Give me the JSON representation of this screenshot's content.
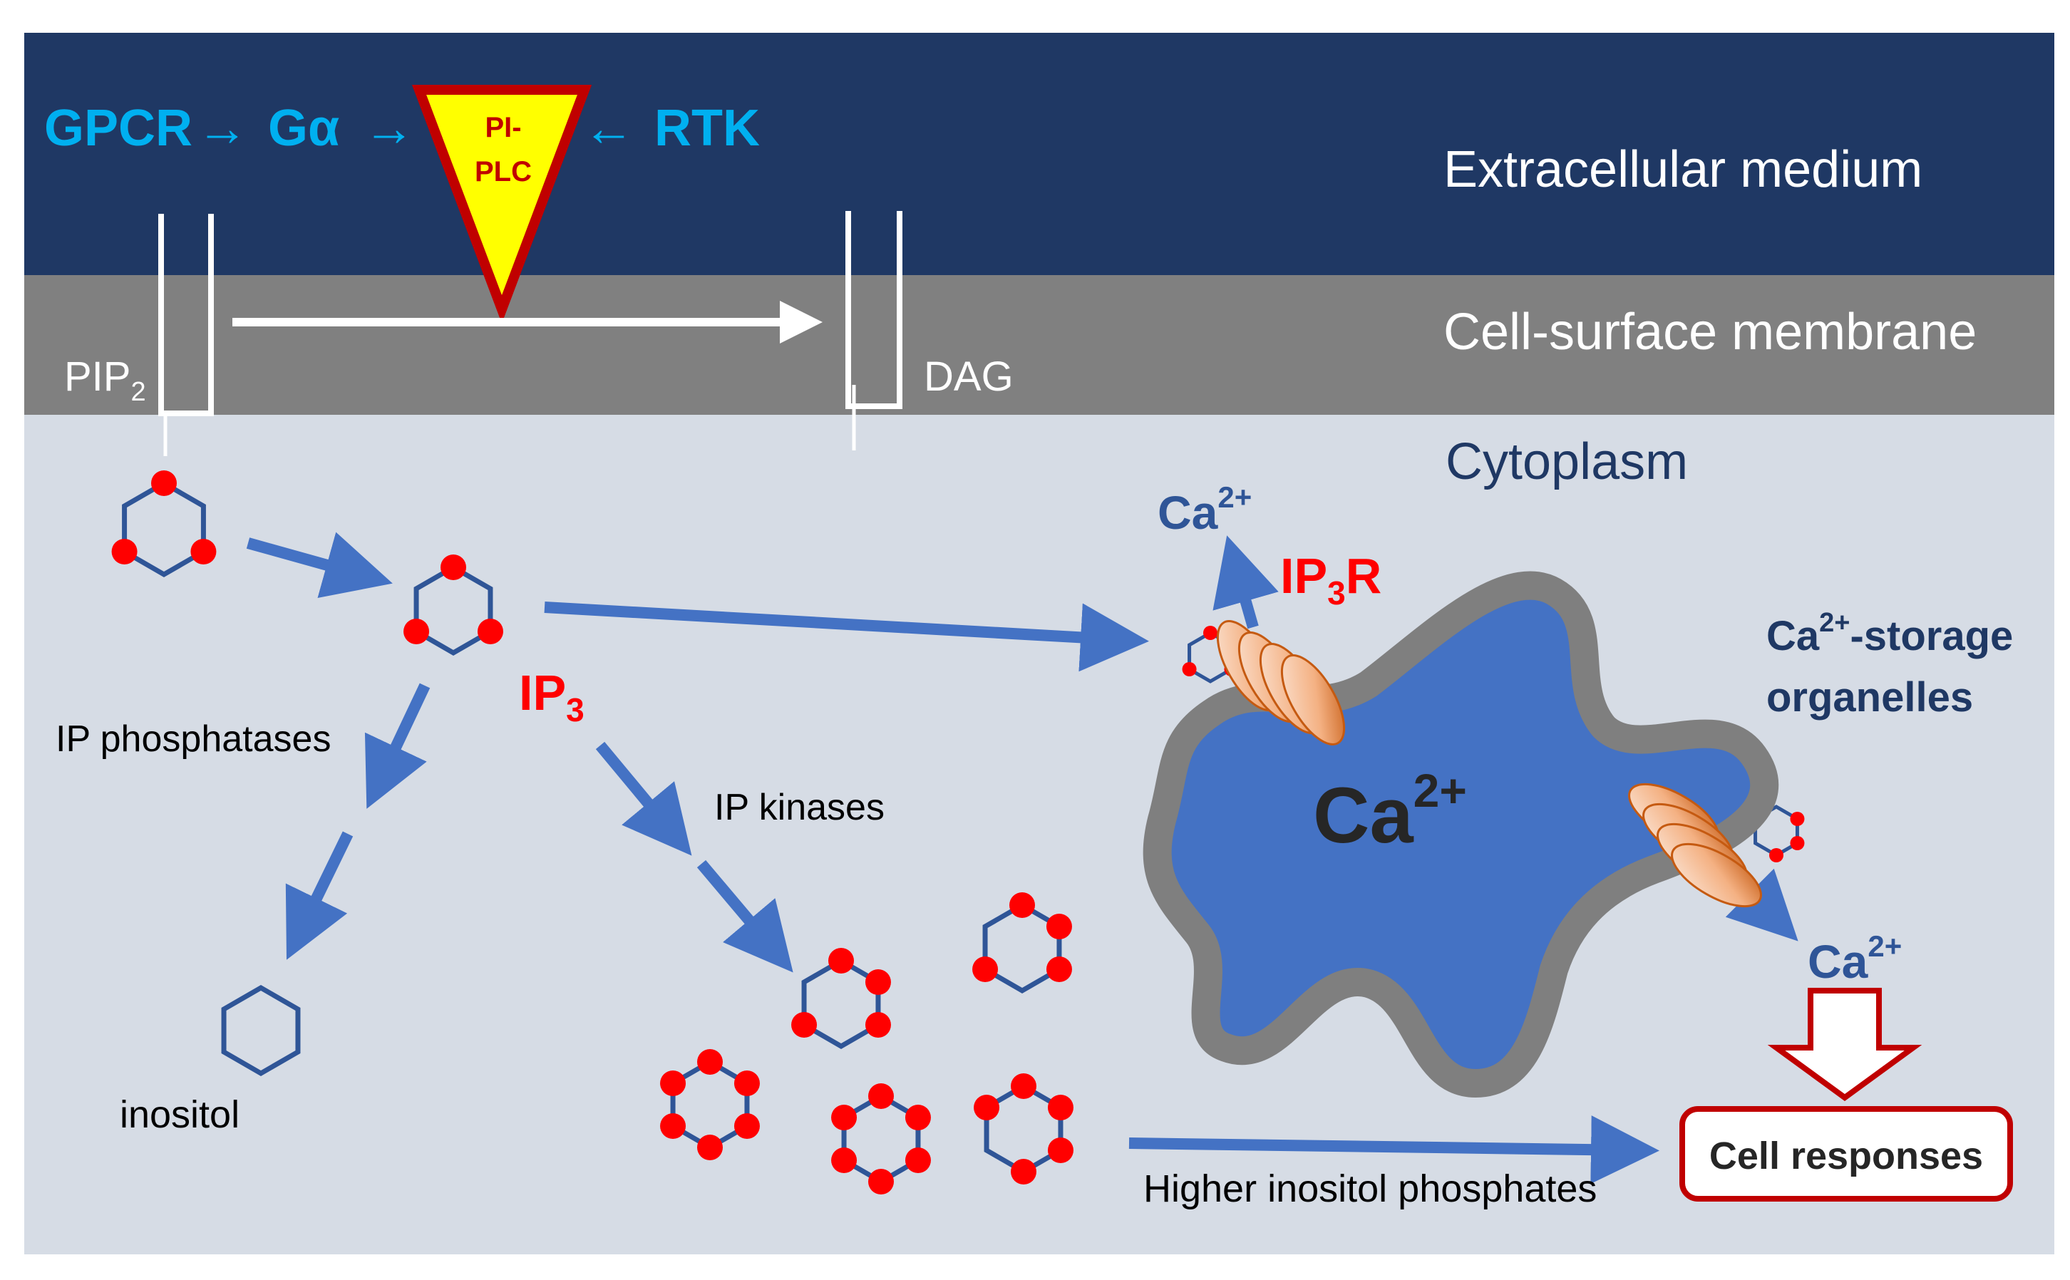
{
  "regions": {
    "extracellular": "Extracellular medium",
    "membrane": "Cell-surface membrane",
    "cytoplasm": "Cytoplasm"
  },
  "signaling": {
    "gpcr": "GPCR",
    "arrow1": "→",
    "galpha": "Gα",
    "arrow2": "→",
    "arrow3": "←",
    "rtk": "RTK",
    "plc_line1": "PI-",
    "plc_line2": "PLC"
  },
  "lipids": {
    "pip2": "PIP",
    "pip2_sub": "2",
    "dag": "DAG"
  },
  "molecules": {
    "ip3": "IP",
    "ip3_sub": "3",
    "inositol": "inositol",
    "ip3r": "IP",
    "ip3r_sub": "3",
    "ip3r_suffix": "R",
    "ca_top": "Ca",
    "ca_top_sup": "2+",
    "ca_store": "Ca",
    "ca_store_sup": "2+",
    "ca_release": "Ca",
    "ca_release_sup": "2+"
  },
  "enzymes": {
    "phosphatases": "IP phosphatases",
    "kinases": "IP kinases"
  },
  "organelle": {
    "label_ca": "Ca",
    "label_sup": "2+",
    "label_line1_suffix": "-storage",
    "label_line2": "organelles"
  },
  "outputs": {
    "higher_ip": "Higher inositol phosphates",
    "cell_responses": "Cell responses"
  },
  "colors": {
    "extracellular_bg": "#1f3864",
    "membrane_bg": "#808080",
    "cytoplasm_bg": "#d6dce5",
    "signal_text": "#00b0f0",
    "arrow_blue": "#4472c4",
    "ring_blue": "#2f5597",
    "phosphate_red": "#ff0000",
    "region_text": "#ffffff",
    "cytoplasm_text": "#1f3864",
    "plc_fill": "#ffff00",
    "plc_stroke": "#c00000",
    "store_fill": "#4472c4",
    "store_rim": "#7f7f7f",
    "response_border": "#c00000"
  }
}
